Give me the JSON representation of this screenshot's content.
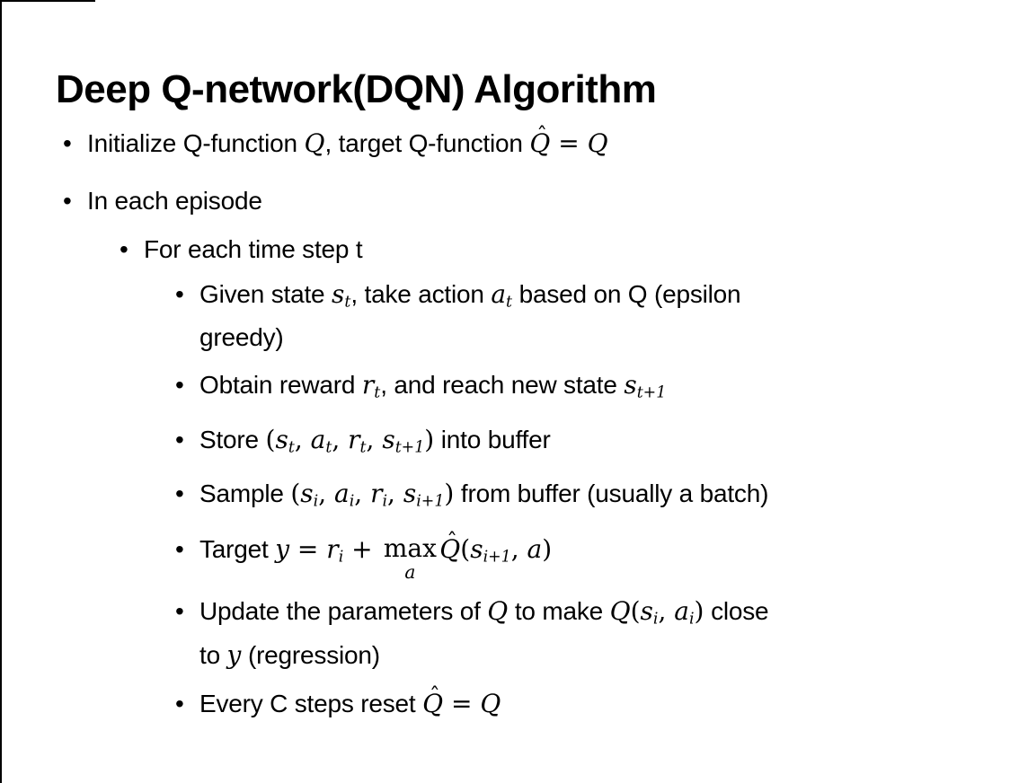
{
  "window": {
    "frame_color": "#000000",
    "background": "#ffffff"
  },
  "slide": {
    "title": "Deep Q-network(DQN) Algorithm",
    "bullet_char": "•",
    "hat_accent": "ˆ",
    "text_color": "#000000"
  },
  "lines": [
    {
      "name": "initialize",
      "level": 1,
      "segments": [
        {
          "type": "t",
          "v": "Initialize Q-function "
        },
        {
          "type": "m",
          "v": "Q"
        },
        {
          "type": "t",
          "v": ", target Q-function "
        },
        {
          "type": "hat",
          "v": "Q"
        },
        {
          "type": "mu",
          "v": " = "
        },
        {
          "type": "m",
          "v": "Q"
        }
      ]
    },
    {
      "name": "in-each-episode",
      "level": 1,
      "segments": [
        {
          "type": "t",
          "v": "In each episode"
        }
      ]
    },
    {
      "name": "for-each-time-step",
      "level": 2,
      "segments": [
        {
          "type": "t",
          "v": "For each time step t"
        }
      ]
    },
    {
      "name": "given-state",
      "level": 3,
      "segments": [
        {
          "type": "t",
          "v": "Given state "
        },
        {
          "type": "m",
          "v": "s"
        },
        {
          "type": "sub",
          "v": "t"
        },
        {
          "type": "t",
          "v": ", take action "
        },
        {
          "type": "m",
          "v": "a"
        },
        {
          "type": "sub",
          "v": "t"
        },
        {
          "type": "t",
          "v": " based on Q (epsilon"
        },
        {
          "type": "br"
        },
        {
          "type": "t",
          "v": "greedy)"
        }
      ]
    },
    {
      "name": "obtain-reward",
      "level": 3,
      "segments": [
        {
          "type": "t",
          "v": "Obtain reward "
        },
        {
          "type": "m",
          "v": "r"
        },
        {
          "type": "sub",
          "v": "t"
        },
        {
          "type": "t",
          "v": ", and reach new state "
        },
        {
          "type": "m",
          "v": "s"
        },
        {
          "type": "sub",
          "v": "t+1"
        }
      ]
    },
    {
      "name": "store",
      "level": 3,
      "segments": [
        {
          "type": "t",
          "v": "Store "
        },
        {
          "type": "mu",
          "v": "("
        },
        {
          "type": "m",
          "v": "s"
        },
        {
          "type": "sub",
          "v": "t"
        },
        {
          "type": "mu",
          "v": ", "
        },
        {
          "type": "m",
          "v": "a"
        },
        {
          "type": "sub",
          "v": "t"
        },
        {
          "type": "mu",
          "v": ", "
        },
        {
          "type": "m",
          "v": "r"
        },
        {
          "type": "sub",
          "v": "t"
        },
        {
          "type": "mu",
          "v": ", "
        },
        {
          "type": "m",
          "v": "s"
        },
        {
          "type": "sub",
          "v": "t+1"
        },
        {
          "type": "mu",
          "v": ")"
        },
        {
          "type": "t",
          "v": " into buffer"
        }
      ]
    },
    {
      "name": "sample",
      "level": 3,
      "segments": [
        {
          "type": "t",
          "v": "Sample "
        },
        {
          "type": "mu",
          "v": "("
        },
        {
          "type": "m",
          "v": "s"
        },
        {
          "type": "sub",
          "v": "i"
        },
        {
          "type": "mu",
          "v": ", "
        },
        {
          "type": "m",
          "v": "a"
        },
        {
          "type": "sub",
          "v": "i"
        },
        {
          "type": "mu",
          "v": ", "
        },
        {
          "type": "m",
          "v": "r"
        },
        {
          "type": "sub",
          "v": "i"
        },
        {
          "type": "mu",
          "v": ", "
        },
        {
          "type": "m",
          "v": "s"
        },
        {
          "type": "sub",
          "v": "i+1"
        },
        {
          "type": "mu",
          "v": ")"
        },
        {
          "type": "t",
          "v": " from buffer (usually a batch)"
        }
      ]
    },
    {
      "name": "target",
      "level": 3,
      "segments": [
        {
          "type": "t",
          "v": "Target "
        },
        {
          "type": "m",
          "v": "y"
        },
        {
          "type": "mu",
          "v": " = "
        },
        {
          "type": "m",
          "v": "r"
        },
        {
          "type": "sub",
          "v": "i"
        },
        {
          "type": "mu",
          "v": " + "
        },
        {
          "type": "stack",
          "top": "max",
          "bottom": "a"
        },
        {
          "type": "hat",
          "v": "Q"
        },
        {
          "type": "mu",
          "v": "("
        },
        {
          "type": "m",
          "v": "s"
        },
        {
          "type": "sub",
          "v": "i+1"
        },
        {
          "type": "mu",
          "v": ", "
        },
        {
          "type": "m",
          "v": "a"
        },
        {
          "type": "mu",
          "v": ")"
        }
      ]
    },
    {
      "name": "update",
      "level": 3,
      "segments": [
        {
          "type": "t",
          "v": "Update the parameters of "
        },
        {
          "type": "m",
          "v": "Q"
        },
        {
          "type": "t",
          "v": " to make "
        },
        {
          "type": "m",
          "v": "Q"
        },
        {
          "type": "mu",
          "v": "("
        },
        {
          "type": "m",
          "v": "s"
        },
        {
          "type": "sub",
          "v": "i"
        },
        {
          "type": "mu",
          "v": ", "
        },
        {
          "type": "m",
          "v": "a"
        },
        {
          "type": "sub",
          "v": "i"
        },
        {
          "type": "mu",
          "v": ")"
        },
        {
          "type": "t",
          "v": " close"
        },
        {
          "type": "br"
        },
        {
          "type": "t",
          "v": "to "
        },
        {
          "type": "m",
          "v": "y"
        },
        {
          "type": "t",
          "v": " (regression)"
        }
      ]
    },
    {
      "name": "every-c-steps",
      "level": 3,
      "segments": [
        {
          "type": "t",
          "v": "Every C steps reset "
        },
        {
          "type": "hat",
          "v": "Q"
        },
        {
          "type": "mu",
          "v": " = "
        },
        {
          "type": "m",
          "v": "Q"
        }
      ]
    }
  ]
}
